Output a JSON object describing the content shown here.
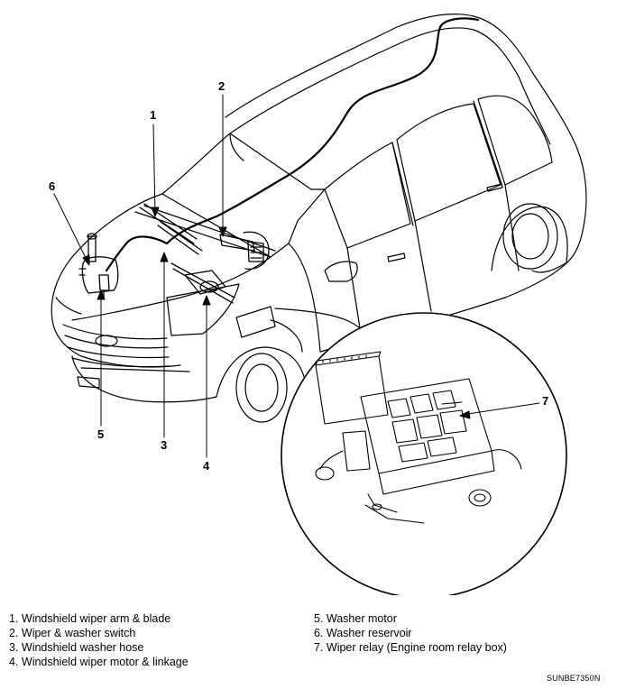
{
  "callouts": [
    "1",
    "2",
    "3",
    "4",
    "5",
    "6",
    "7"
  ],
  "legend_left": [
    "1. Windshield wiper arm & blade",
    "2. Wiper & washer switch",
    "3. Windshield washer hose",
    "4. Windshield wiper motor & linkage"
  ],
  "legend_right": [
    "5. Washer motor",
    "6. Washer reservoir",
    "7. Wiper relay (Engine room relay box)"
  ],
  "figure_code": "SUNBE7350N"
}
